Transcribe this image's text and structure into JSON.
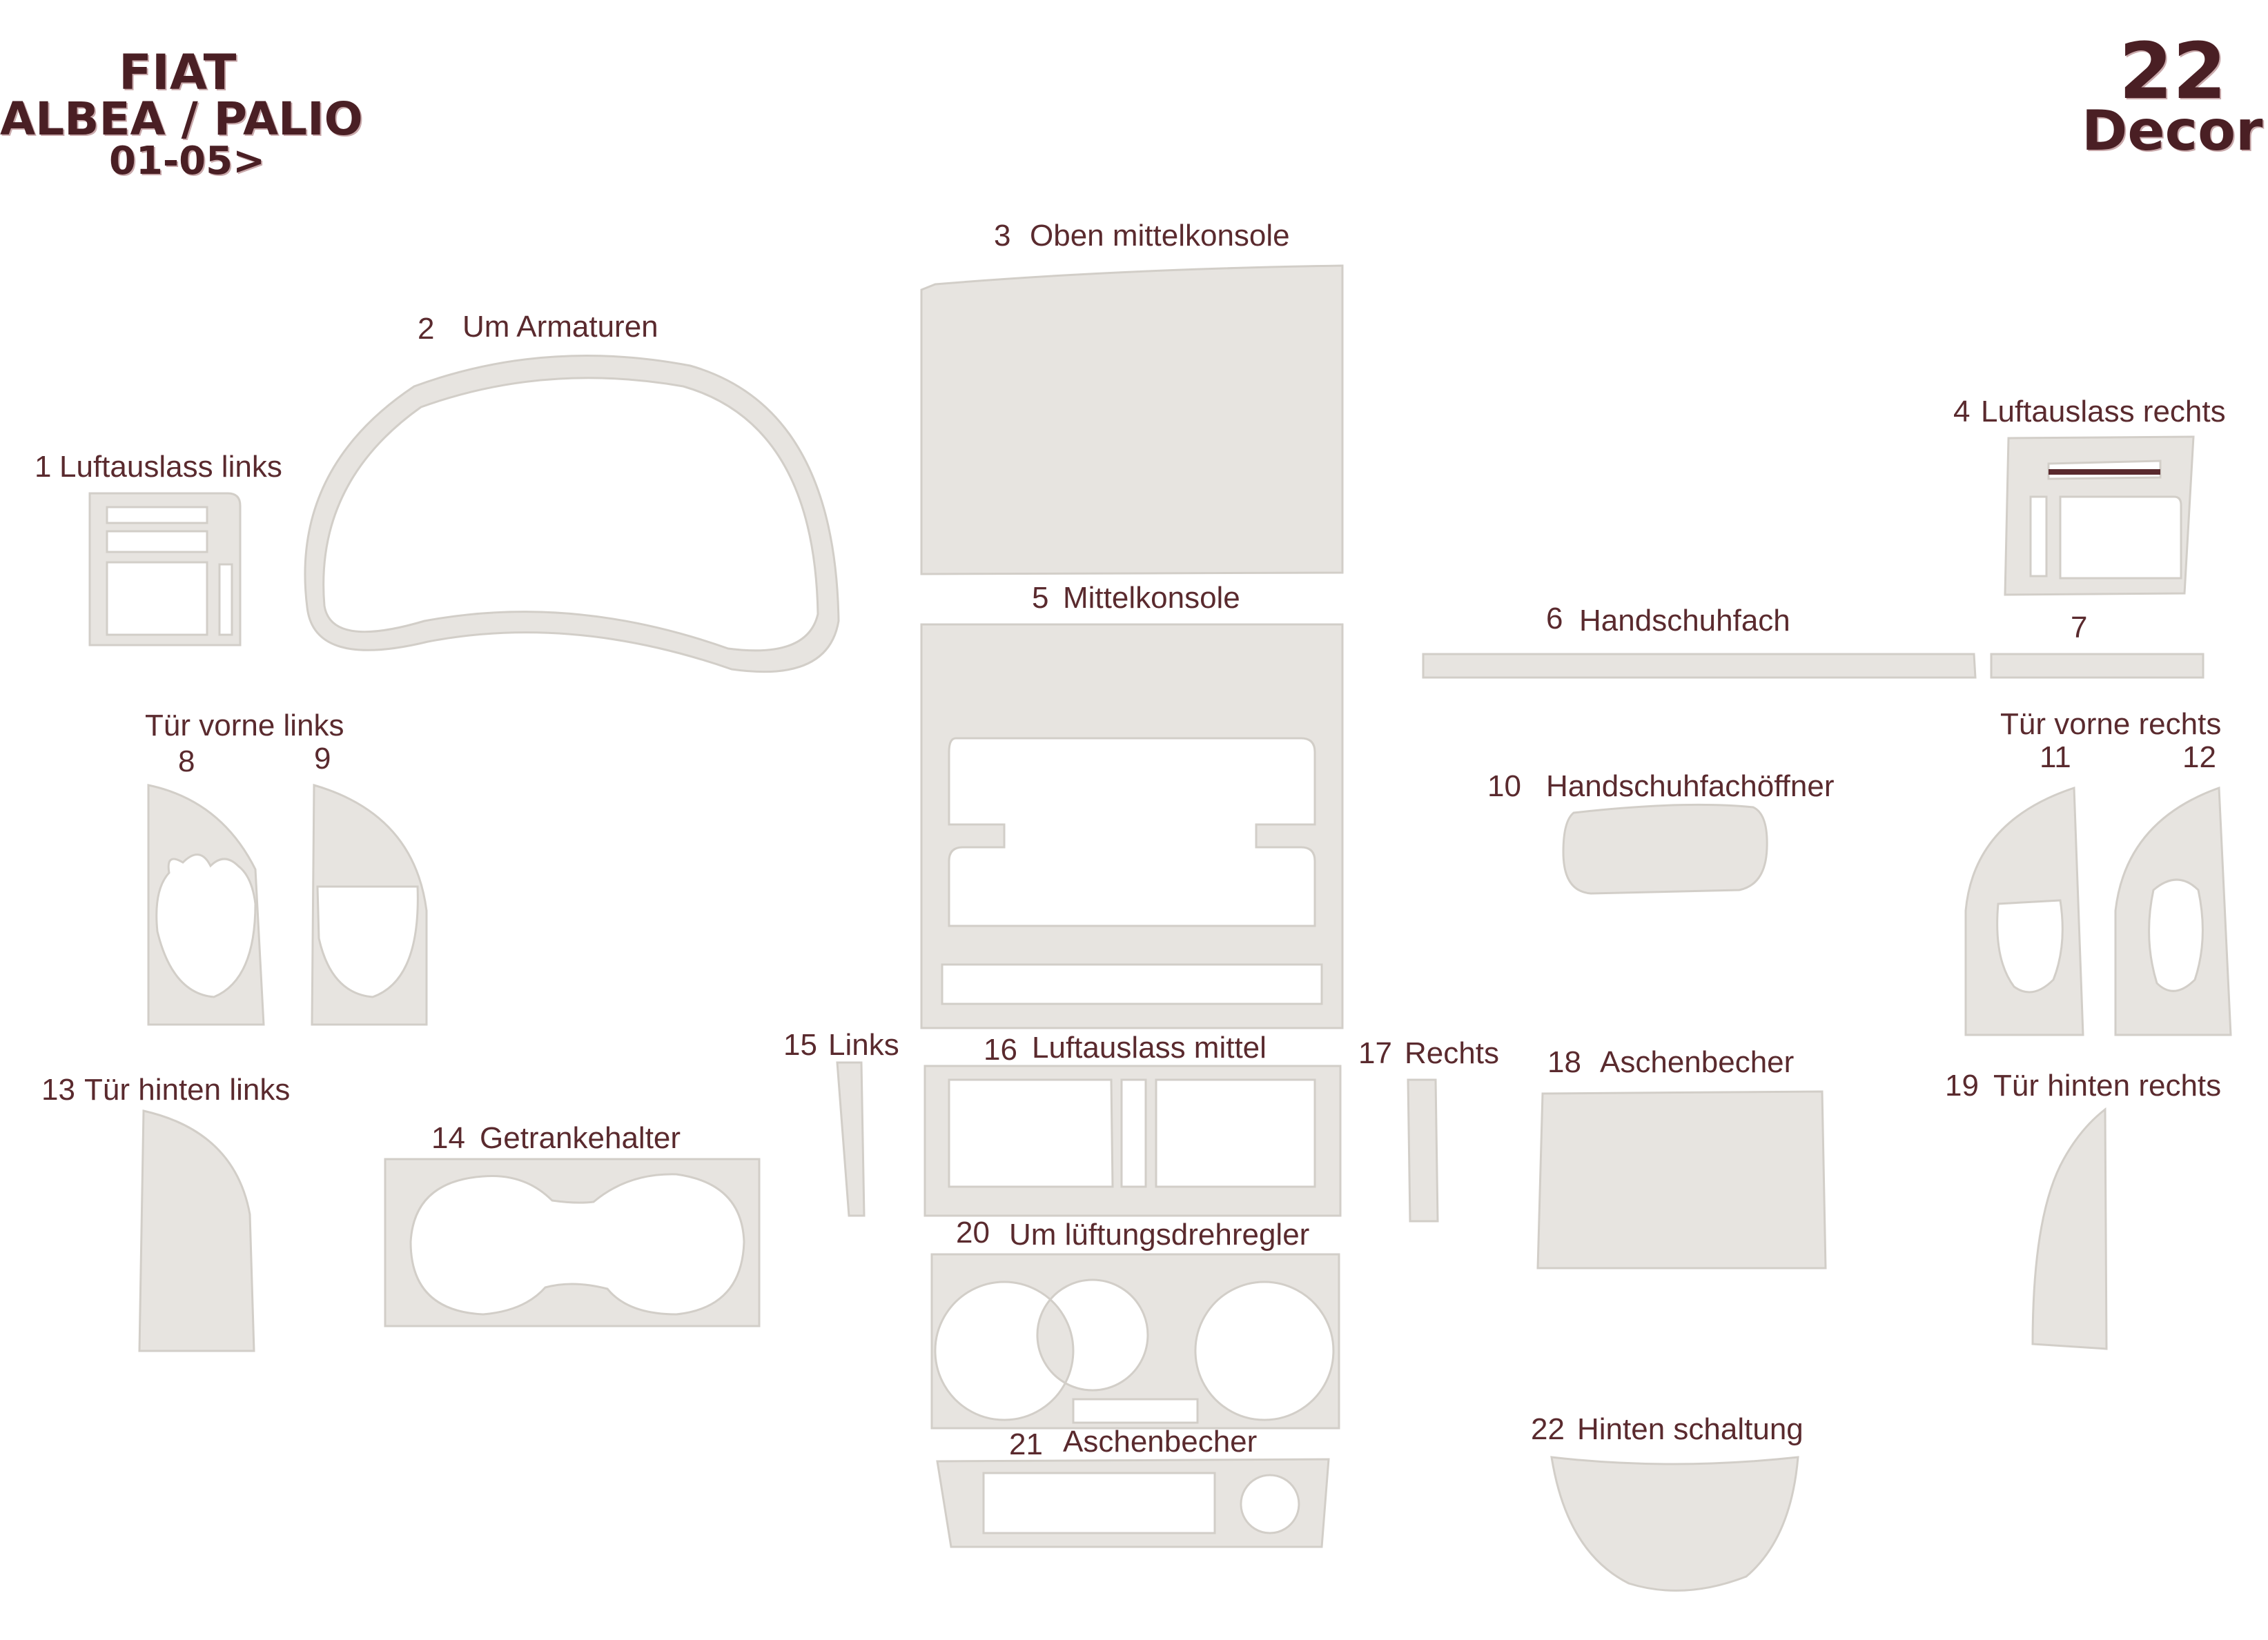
{
  "header": {
    "brand": "FIAT",
    "model": "ALBEA / PALIO",
    "years": "01-05>",
    "piece_count": "22",
    "kit_type": "Decor"
  },
  "colors": {
    "label": "#5a2a2e",
    "title": "#4a1f24",
    "part_fill": "#e7e4e0",
    "part_edge": "#d2cec8"
  },
  "groups": {
    "door_front_left": "Tür vorne links",
    "door_front_right": "Tür vorne rechts"
  },
  "parts": [
    {
      "num": "1",
      "name": "Luftauslass links"
    },
    {
      "num": "2",
      "name": "Um Armaturen"
    },
    {
      "num": "3",
      "name": "Oben mittelkonsole"
    },
    {
      "num": "4",
      "name": "Luftauslass rechts"
    },
    {
      "num": "5",
      "name": "Mittelkonsole"
    },
    {
      "num": "6",
      "name": "Handschuhfach"
    },
    {
      "num": "7",
      "name": ""
    },
    {
      "num": "8",
      "name": ""
    },
    {
      "num": "9",
      "name": ""
    },
    {
      "num": "10",
      "name": "Handschuhfachöffner"
    },
    {
      "num": "11",
      "name": ""
    },
    {
      "num": "12",
      "name": ""
    },
    {
      "num": "13",
      "name": "Tür hinten links"
    },
    {
      "num": "14",
      "name": "Getrankehalter"
    },
    {
      "num": "15",
      "name": "Links"
    },
    {
      "num": "16",
      "name": "Luftauslass mittel"
    },
    {
      "num": "17",
      "name": "Rechts"
    },
    {
      "num": "18",
      "name": "Aschenbecher"
    },
    {
      "num": "19",
      "name": "Tür hinten rechts"
    },
    {
      "num": "20",
      "name": "Um lüftungsdrehregler"
    },
    {
      "num": "21",
      "name": "Aschenbecher"
    },
    {
      "num": "22",
      "name": "Hinten schaltung"
    }
  ]
}
